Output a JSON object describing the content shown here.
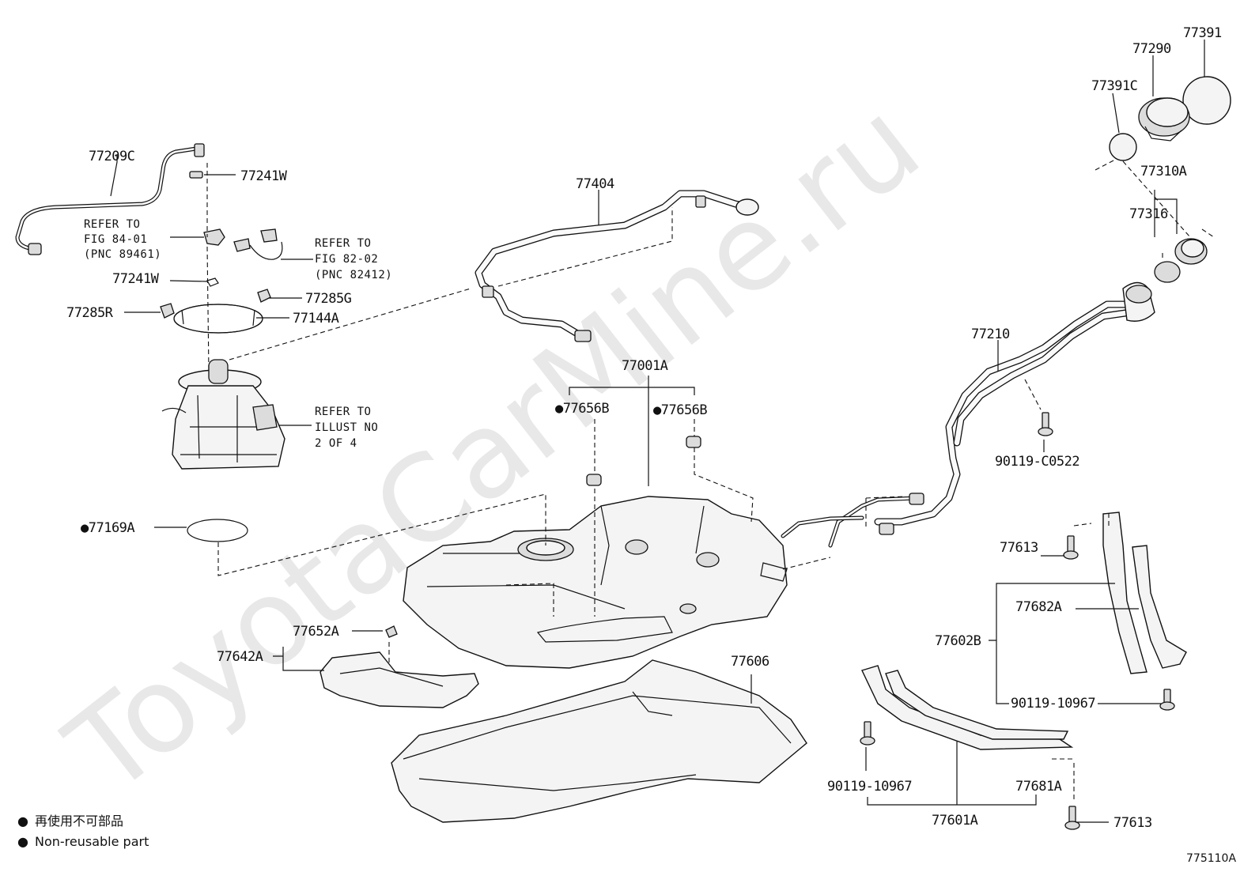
{
  "watermark": "ToyotaCarMine.ru",
  "figure_id": "775110A",
  "legend": {
    "symbol": "●",
    "line_jp": "再使用不可部品",
    "line_en": "Non-reusable part"
  },
  "labels": {
    "p77209C": "77209C",
    "p77241W_a": "77241W",
    "p77241W_b": "77241W",
    "p77285R": "77285R",
    "p77285G": "77285G",
    "p77144A": "77144A",
    "p77404": "77404",
    "p77391": "77391",
    "p77290": "77290",
    "p77391C": "77391C",
    "p77310A": "77310A",
    "p77316": "77316",
    "p77210": "77210",
    "p90119C0522": "90119-C0522",
    "p77001A": "77001A",
    "p77656B_a": "●77656B",
    "p77656B_b": "●77656B",
    "p77169A": "●77169A",
    "p77613_a": "77613",
    "p77682A": "77682A",
    "p77602B": "77602B",
    "p90119_10967_a": "90119-10967",
    "p77652A": "77652A",
    "p77642A": "77642A",
    "p77606": "77606",
    "p90119_10967_b": "90119-10967",
    "p77681A": "77681A",
    "p77601A": "77601A",
    "p77613_b": "77613"
  },
  "notes": {
    "refer84": [
      "REFER TO",
      "FIG 84-01",
      "(PNC 89461)"
    ],
    "refer82": [
      "REFER TO",
      "FIG 82-02",
      "(PNC 82412)"
    ],
    "referIllust": [
      "REFER TO",
      "ILLUST NO",
      "2 OF 4"
    ]
  }
}
